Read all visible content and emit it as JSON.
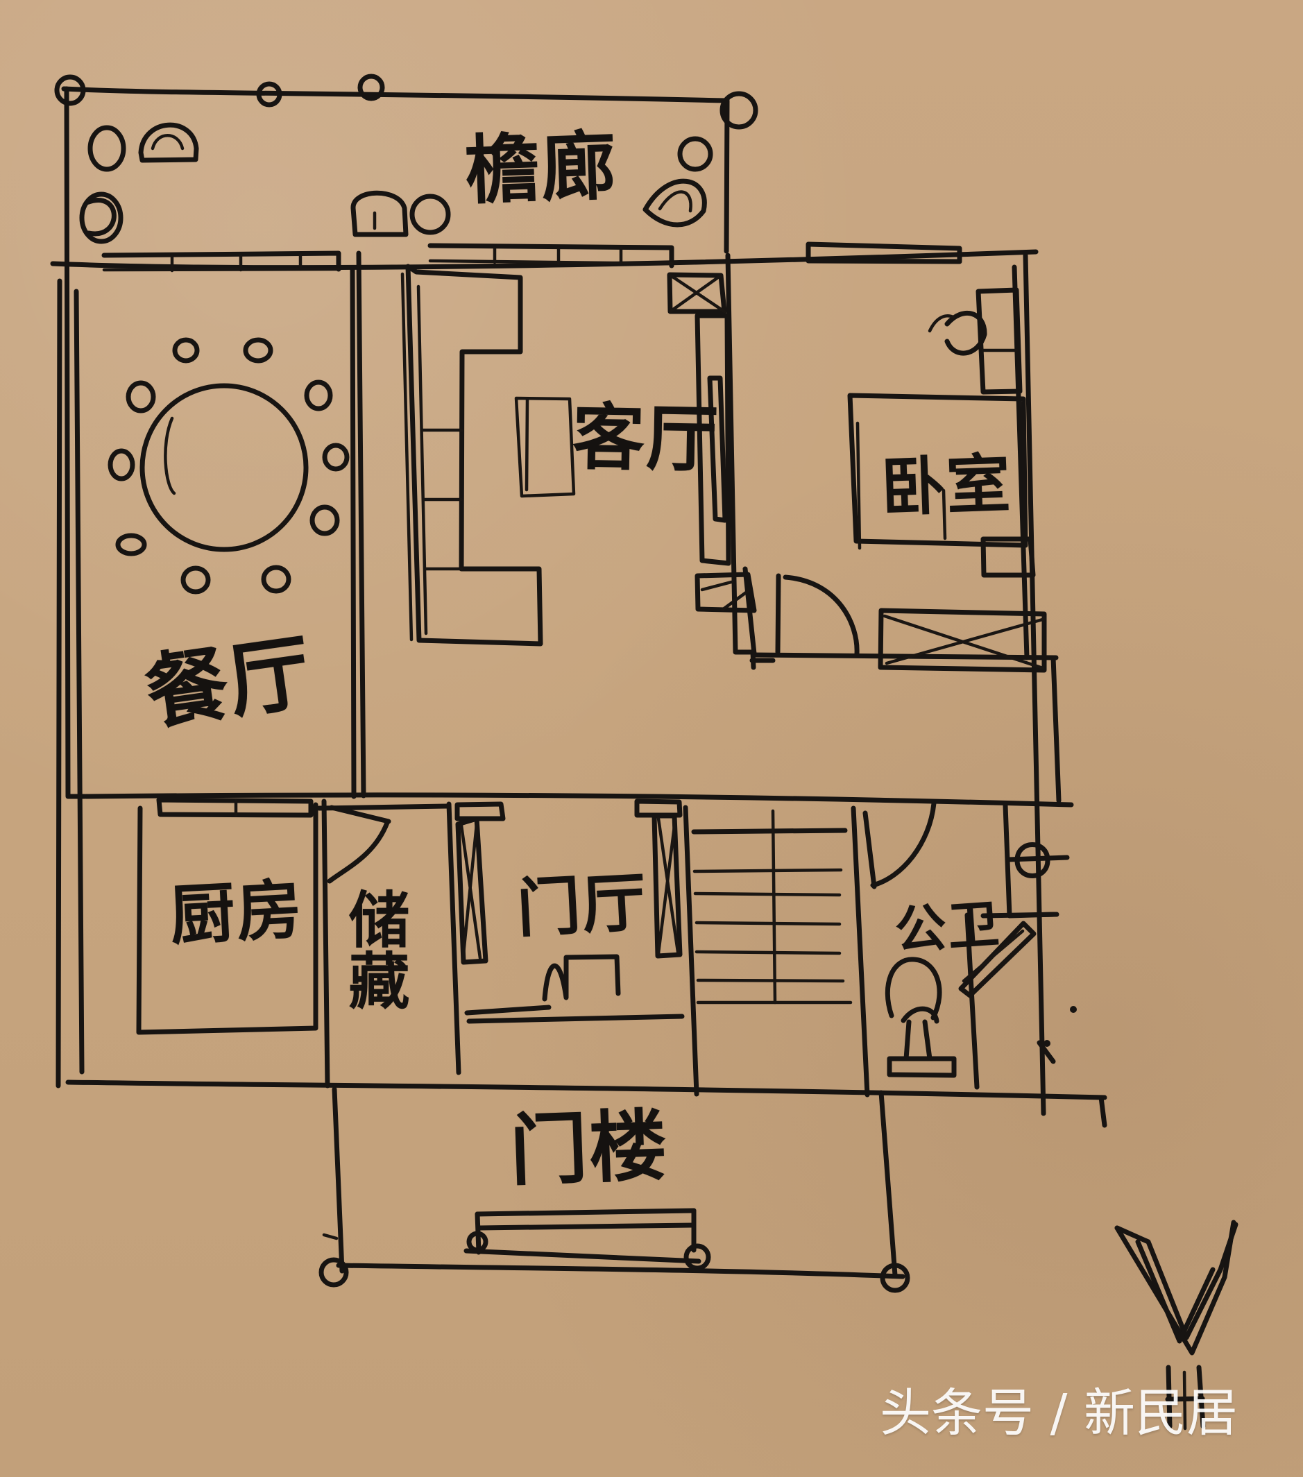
{
  "rooms": {
    "veranda": "檐廊",
    "living_room": "客厅",
    "bedroom": "卧室",
    "dining_room": "餐厅",
    "kitchen": "厨房",
    "storage": "储藏",
    "foyer": "门厅",
    "public_bathroom": "公卫",
    "gatehouse": "门楼"
  },
  "watermark": "头条号 / 新民居"
}
